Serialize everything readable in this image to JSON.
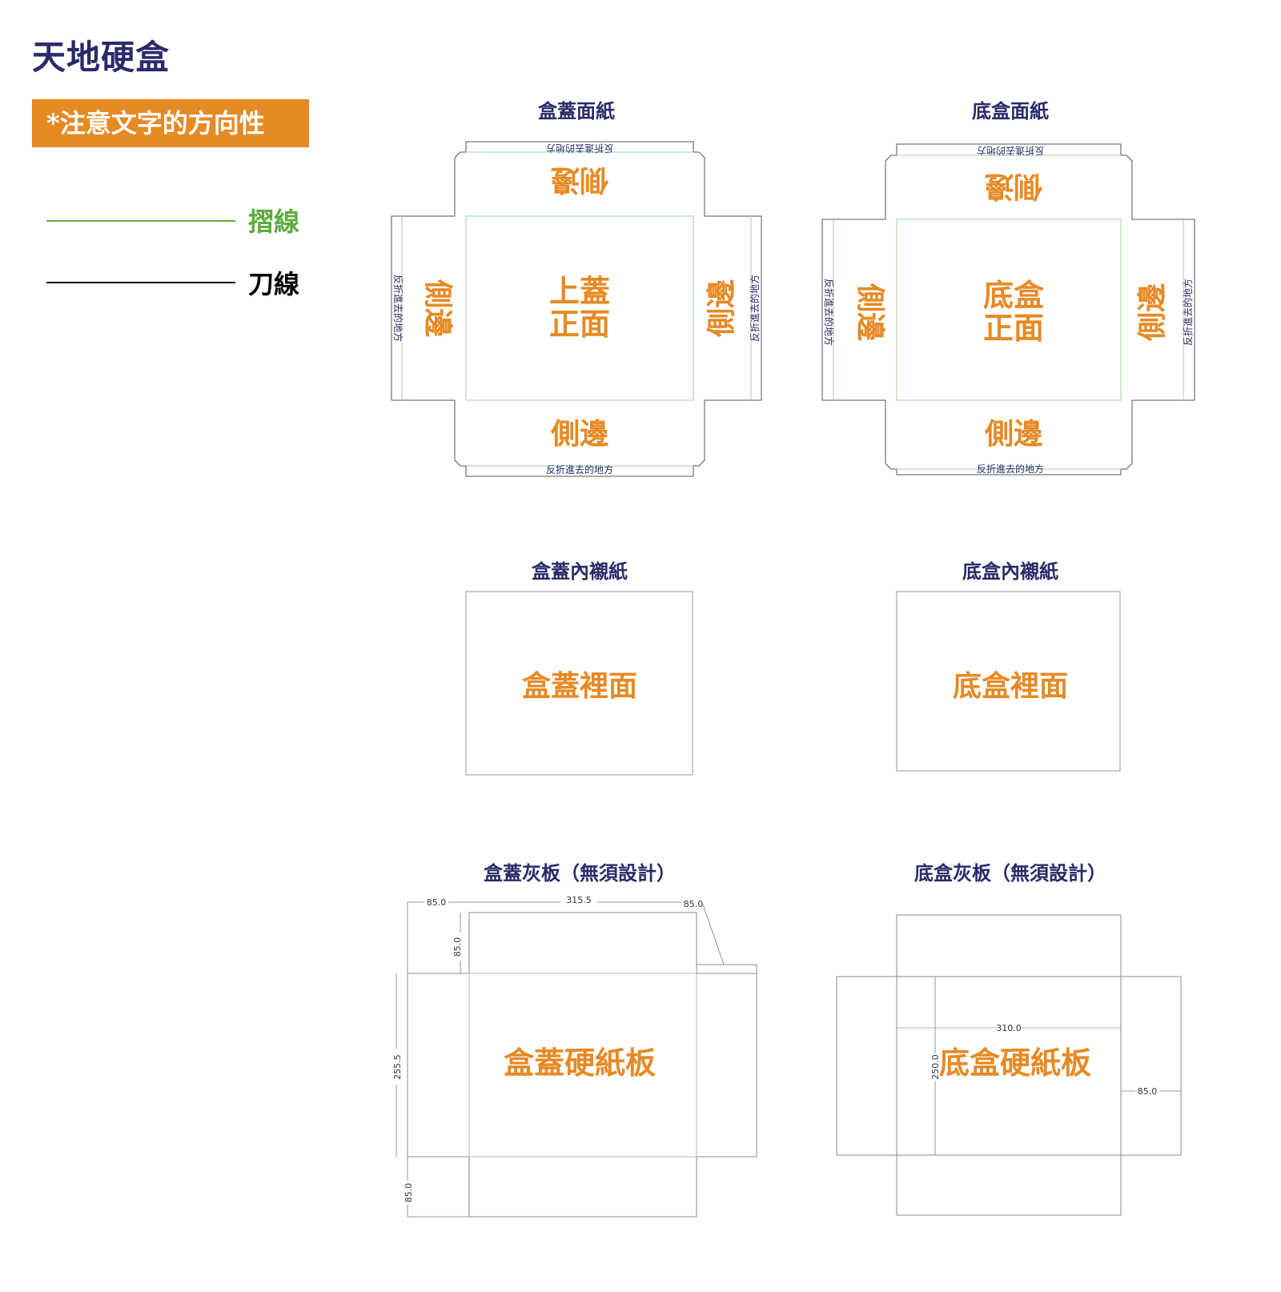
{
  "title": "天地硬盒",
  "notice": "*注意文字的方向性",
  "legend": [
    {
      "label": "摺線",
      "color": "#5cab3c"
    },
    {
      "label": "刀線",
      "color": "#000000"
    }
  ],
  "colors": {
    "navy": "#2a2a6a",
    "orange": "#e68a24",
    "fold": "#5cab3c",
    "cut": "#000000",
    "dim": "#8a6aa8"
  },
  "panels": {
    "lid_face": {
      "title": "盒蓋面紙",
      "center": [
        "上蓋",
        "正面"
      ],
      "side": "側邊",
      "fold_note": "反折進去的地方"
    },
    "base_face": {
      "title": "底盒面紙",
      "center": [
        "底盒",
        "正面"
      ],
      "side": "側邊",
      "fold_note": "反折進去的地方"
    },
    "lid_liner": {
      "title": "盒蓋內襯紙",
      "center": "盒蓋裡面"
    },
    "base_liner": {
      "title": "底盒內襯紙",
      "center": "底盒裡面"
    },
    "lid_board": {
      "title": "盒蓋灰板（無須設計）",
      "center": "盒蓋硬紙板",
      "dims": {
        "left": "85.0",
        "width": "315.5",
        "right": "85.0",
        "flap": "85.0",
        "height": "255.5",
        "bottom": "85.0"
      }
    },
    "base_board": {
      "title": "底盒灰板（無須設計）",
      "center": "底盒硬紙板",
      "dims": {
        "width": "310.0",
        "height": "250.0",
        "side": "85.0"
      }
    }
  }
}
